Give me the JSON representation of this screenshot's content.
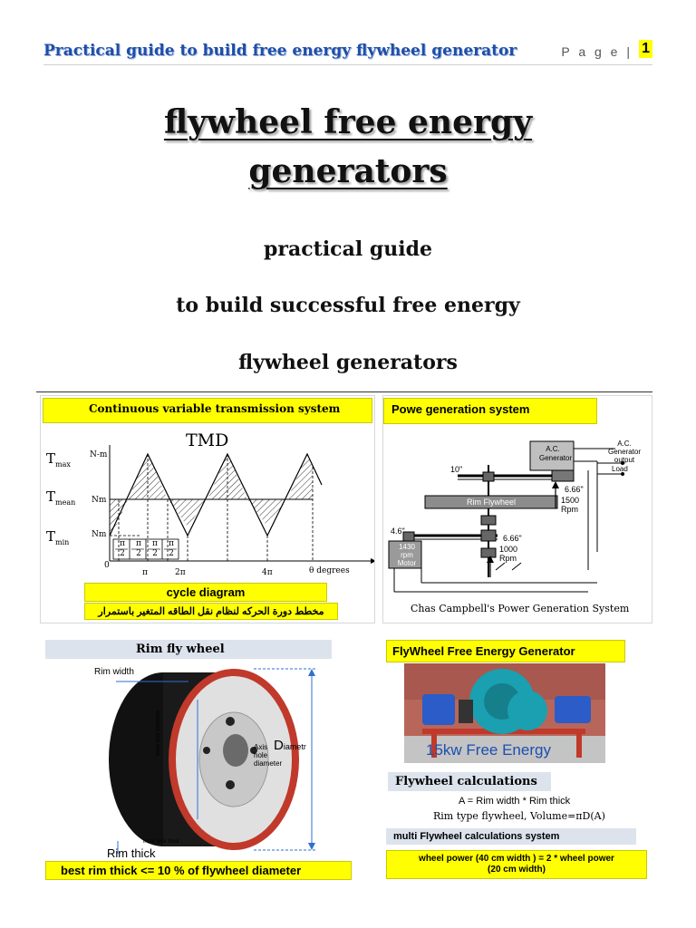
{
  "header": {
    "title": "Practical guide to build free energy flywheel generator",
    "page_label": "P a g e |",
    "page_number": "1"
  },
  "main": {
    "title_line1": "flywheel free energy",
    "title_line2": "generators",
    "subtitle_lines": [
      "practical guide",
      "to build successful free energy",
      "flywheel generators"
    ]
  },
  "figures": {
    "cvt": {
      "header": "Continuous variable transmission system",
      "tmd": "TMD",
      "t_max": "T",
      "t_max_sub": "max",
      "t_mean": "T",
      "t_mean_sub": "mean",
      "t_min": "T",
      "t_min_sub": "min",
      "nm_max": "N-m",
      "nm_mean": "Nm",
      "nm_min": "Nm",
      "pi": "π",
      "two": "2",
      "two_pi": "2π",
      "four_pi": "4π",
      "zero": "0",
      "degrees": "θ degrees",
      "cycle_label": "cycle diagram",
      "arabic_caption": "مخطط دورة الحركه لنظام نقل الطاقه المتغير باستمرار"
    },
    "power_gen": {
      "header": "Powe generation system",
      "ac_generator": "A.C.",
      "ac_generator2": "Generator",
      "ac_output": "A.C.",
      "ac_output2": "Generator",
      "ac_output3": "output",
      "load": "Load",
      "ten_in": "10\"",
      "six66_a": "6.66\"",
      "rpm1500": "1500",
      "rpm_a": "Rpm",
      "rim_flywheel": "Rim Flywheel",
      "four6": "4.6\"",
      "six66_b": "6.66\"",
      "rpm1000": "1000",
      "rpm_b": "Rpm",
      "motor1": "1430",
      "motor2": "rpm",
      "motor3": "Motor",
      "caption": "Chas Campbell's Power Generation System"
    },
    "rim": {
      "header": "Rim fly wheel",
      "rim_width": "Rim width",
      "diameter": "D",
      "diameter_rest": "iametr",
      "axis1": "Axis",
      "axis2": "hole",
      "axis3": "diameter",
      "inner_disk": "inner disk diameter",
      "inner_thick": "inner disk thick",
      "rim_thick": "Rim thick",
      "bottom_caption": "best rim thick <= 10 % of flywheel diameter"
    },
    "photo": {
      "header": "FlyWheel Free Energy Generator",
      "caption": "15kw Free Energy"
    },
    "calc": {
      "header": "Flywheel  calculations",
      "line1": "A = Rim width * Rim thick",
      "line2": "Rim type flywheel, Volume=πD(A)",
      "multi_header": "multi Flywheel  calculations system",
      "power_line1": "wheel power (40 cm width )   =   2    *  wheel power",
      "power_line2": "(20 cm width)"
    }
  },
  "colors": {
    "header_blue": "#1f4ea8",
    "highlight_yellow": "#ffff00",
    "rim_red": "#c0392b",
    "flywheel_teal": "#1aa0b0"
  }
}
